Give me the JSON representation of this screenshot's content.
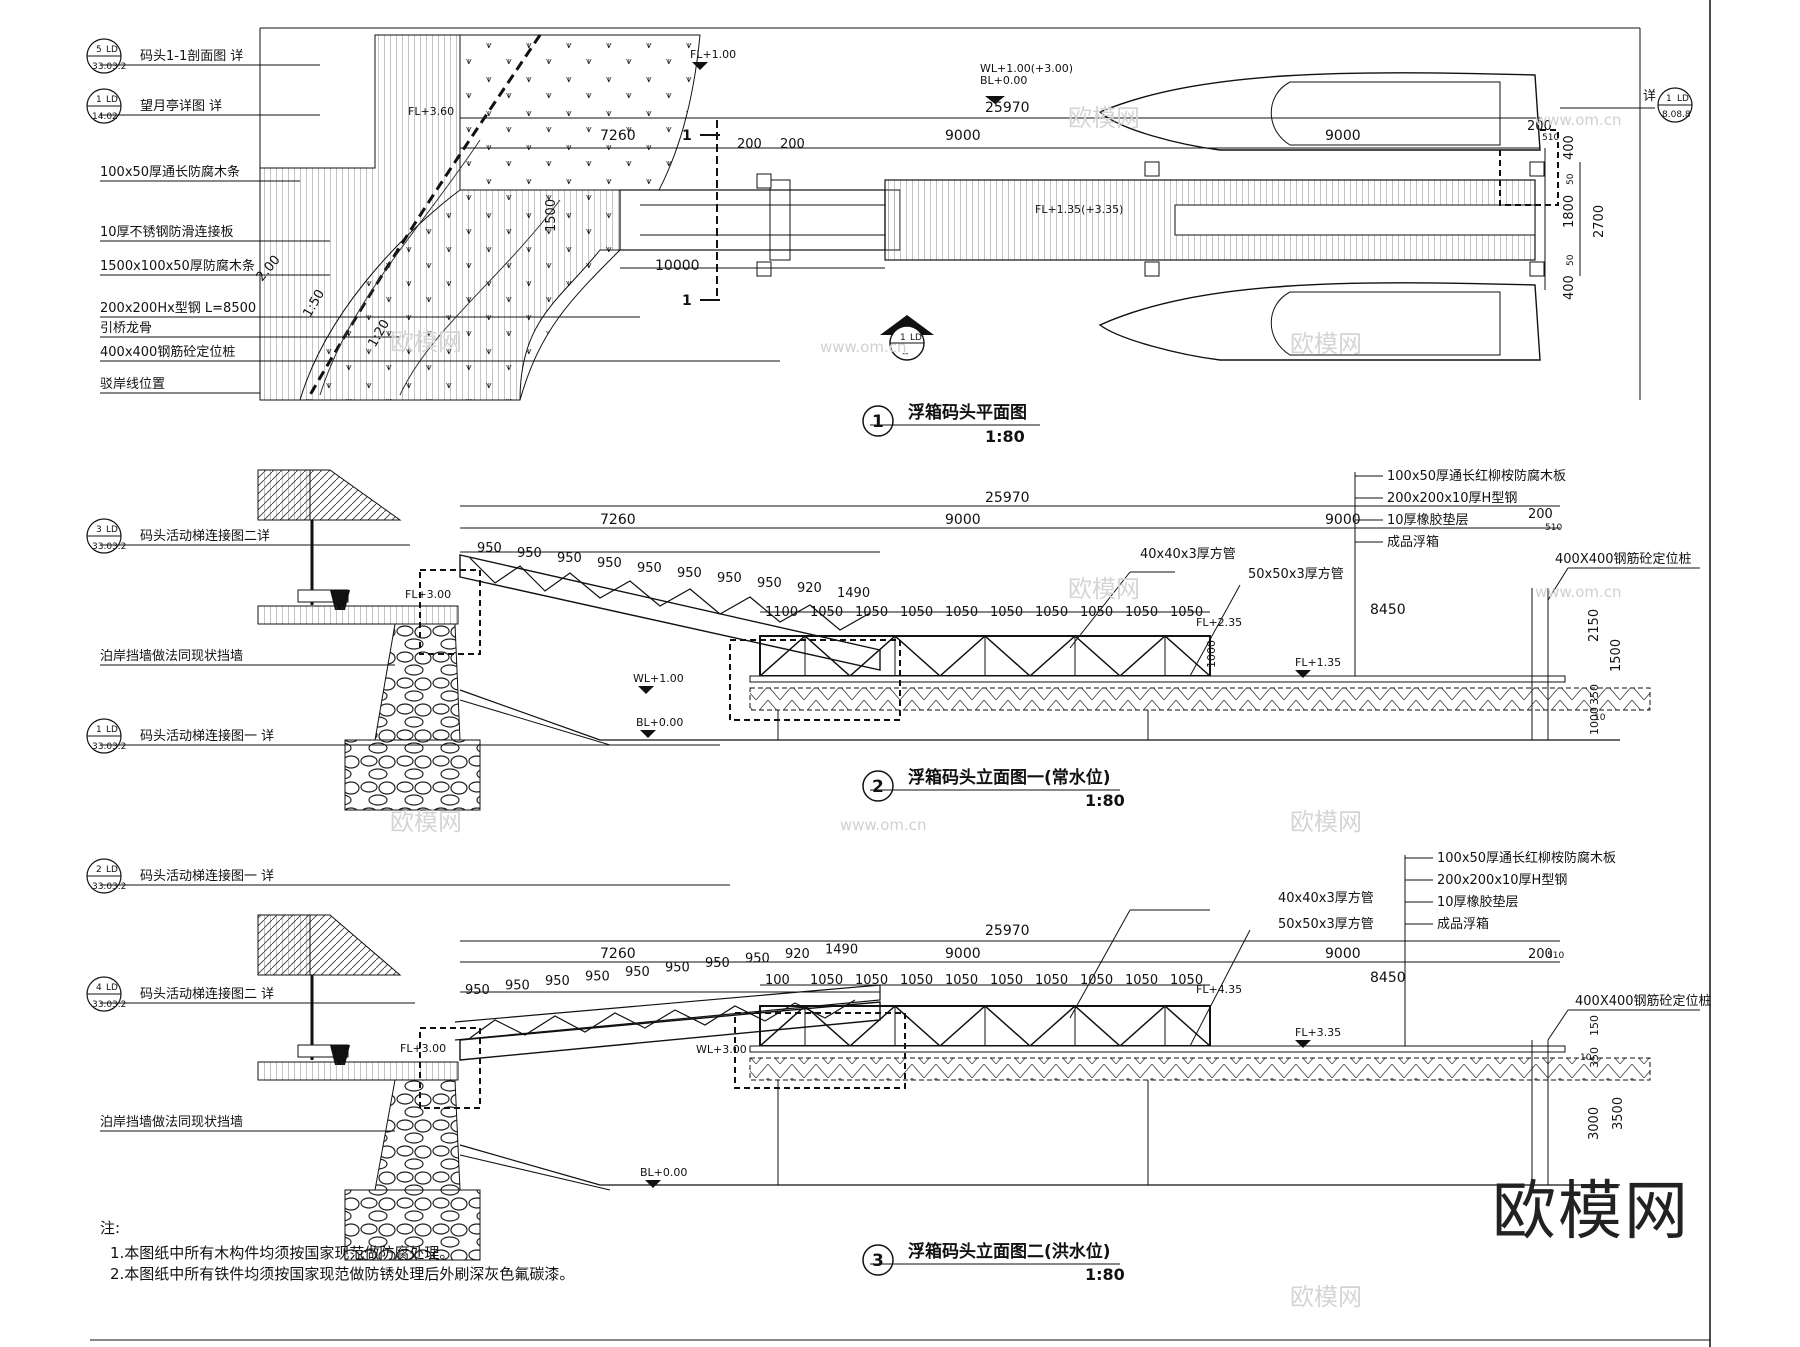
{
  "views": {
    "plan": {
      "num": "1",
      "title": "浮箱码头平面图",
      "scale": "1:80"
    },
    "elev1": {
      "num": "2",
      "title": "浮箱码头立面图一(常水位)",
      "scale": "1:80"
    },
    "elev2": {
      "num": "3",
      "title": "浮箱码头立面图二(洪水位)",
      "scale": "1:80"
    }
  },
  "plan_labels": [
    {
      "bubble_top": "5",
      "bubble_bot": "33.03.2",
      "code": "LD",
      "text": "码头1-1剖面图  详"
    },
    {
      "bubble_top": "1",
      "bubble_bot": "14.02",
      "code": "LD",
      "text": "望月亭详图  详"
    },
    {
      "text": "100x50厚通长防腐木条"
    },
    {
      "text": "10厚不锈钢防滑连接板"
    },
    {
      "text": "1500x100x50厚防腐木条"
    },
    {
      "text": "200x200Hx型钢  L=8500"
    },
    {
      "text": "引桥龙骨"
    },
    {
      "text": "400x400钢筋砼定位桩"
    },
    {
      "text": "驳岸线位置"
    }
  ],
  "plan_dims": {
    "total": "25970",
    "d7260": "7260",
    "d9000a": "9000",
    "d9000b": "9000",
    "d200a": "200",
    "d200b": "200",
    "d200c": "200",
    "d10000": "10000",
    "d1500": "1500",
    "d1800": "1800",
    "d2700": "2700",
    "d400a": "400",
    "d400b": "400",
    "d50a": "50",
    "d50b": "50",
    "d510": "510"
  },
  "plan_levels": {
    "fl_top": "FL+1.00",
    "fl_land": "FL+3.60",
    "wl": "WL+1.00(+3.00)",
    "bl": "BL+0.00",
    "fl_deck": "FL+1.35(+3.35)"
  },
  "plan_misc": {
    "section_mark": "1",
    "slope1": "2.00",
    "slope2": "1:50",
    "slope3": "1:20",
    "ref_label": "详",
    "ref_top": "1",
    "ref_code": "LD",
    "ref_bot": "8.08.8",
    "north_top": "1",
    "north_code": "LD",
    "north_bot": "--"
  },
  "elev1": {
    "left_labels": [
      {
        "bubble_top": "3",
        "bubble_bot": "33.03.2",
        "code": "LD",
        "text": "码头活动梯连接图二详"
      },
      {
        "text": "泊岸挡墙做法同现状挡墙"
      },
      {
        "bubble_top": "1",
        "bubble_bot": "33.03.2",
        "code": "LD",
        "text": "码头活动梯连接图一  详"
      }
    ],
    "right_labels": [
      "100x50厚通长红柳桉防腐木板",
      "200x200x10厚H型钢",
      "10厚橡胶垫层",
      "成品浮箱"
    ],
    "tube1": "40x40x3厚方管",
    "tube2": "50x50x3厚方管",
    "pile": "400X400钢筋砼定位桩",
    "total": "25970",
    "d7260": "7260",
    "d9000a": "9000",
    "d9000b": "9000",
    "d200": "200",
    "d510": "510",
    "d8450": "8450",
    "d2150": "2150",
    "d1500": "1500",
    "d350": "350",
    "d1000": "1000",
    "d1000b": "1000",
    "d10": "10",
    "fl_land": "FL+3.00",
    "fl_rail": "FL+2.35",
    "fl_deck": "FL+1.35",
    "wl": "WL+1.00",
    "bl": "BL+0.00"
  },
  "elev2": {
    "left_labels": [
      {
        "bubble_top": "2",
        "bubble_bot": "33.03.2",
        "code": "LD",
        "text": "码头活动梯连接图一  详"
      },
      {
        "bubble_top": "4",
        "bubble_bot": "33.03.2",
        "code": "LD",
        "text": "码头活动梯连接图二  详"
      },
      {
        "text": "泊岸挡墙做法同现状挡墙"
      }
    ],
    "right_labels": [
      "100x50厚通长红柳桉防腐木板",
      "200x200x10厚H型钢",
      "10厚橡胶垫层",
      "成品浮箱"
    ],
    "tube1": "40x40x3厚方管",
    "tube2": "50x50x3厚方管",
    "pile": "400X400钢筋砼定位桩",
    "total": "25970",
    "d7260": "7260",
    "d9000a": "9000",
    "d9000b": "9000",
    "d200": "200",
    "d510": "510",
    "d8450": "8450",
    "d150": "150",
    "d350": "350",
    "d3000": "3000",
    "d3500": "3500",
    "d10": "10",
    "fl_land": "FL+3.00",
    "fl_rail": "FL+4.35",
    "fl_deck": "FL+3.35",
    "wl": "WL+3.00",
    "bl": "BL+0.00"
  },
  "seg_ramp": [
    "950",
    "950",
    "950",
    "950",
    "950",
    "950",
    "950",
    "950",
    "920",
    "1490"
  ],
  "seg_float1": [
    "1100",
    "1050",
    "1050",
    "1050",
    "1050",
    "1050",
    "1050",
    "1050",
    "1050",
    "1050"
  ],
  "seg_float2": [
    "100",
    "1050",
    "1050",
    "1050",
    "1050",
    "1050",
    "1050",
    "1050",
    "1050",
    "1050"
  ],
  "notes": {
    "heading": "注:",
    "items": [
      "1.本图纸中所有木构件均须按国家现范做防腐处理。",
      "2.本图纸中所有铁件均须按国家现范做防锈处理后外刷深灰色氟碳漆。"
    ]
  },
  "watermark": {
    "large": "欧模网",
    "small": "欧模网",
    "url": "www.om.cn"
  }
}
